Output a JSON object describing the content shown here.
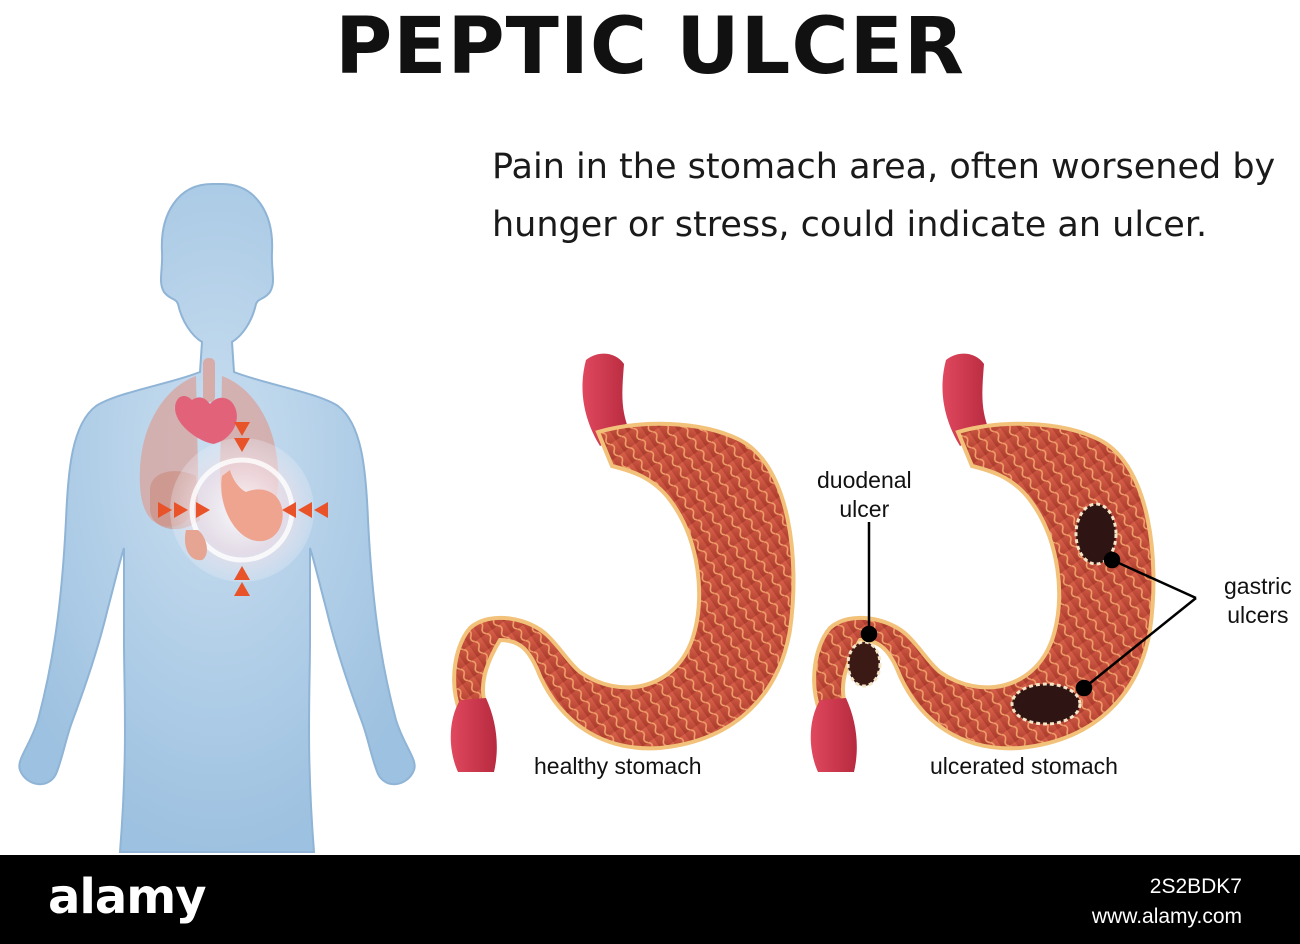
{
  "title": "PEPTIC ULCER",
  "description": {
    "line1": "Pain in the stomach area, often worsened by",
    "line2": "hunger or stress, could indicate an ulcer."
  },
  "labels": {
    "healthy": "healthy stomach",
    "ulcerated": "ulcerated stomach",
    "duodenal_line1": "duodenal",
    "duodenal_line2": "ulcer",
    "gastric_line1": "gastric",
    "gastric_line2": "ulcers"
  },
  "footer": {
    "brand": "alamy",
    "image_id": "2S2BDK7",
    "url": "www.alamy.com"
  },
  "colors": {
    "body": "#a9cbe6",
    "stomach": "#c8523a",
    "pain_arrows": "#e8532a",
    "footer_bg": "#000000"
  }
}
